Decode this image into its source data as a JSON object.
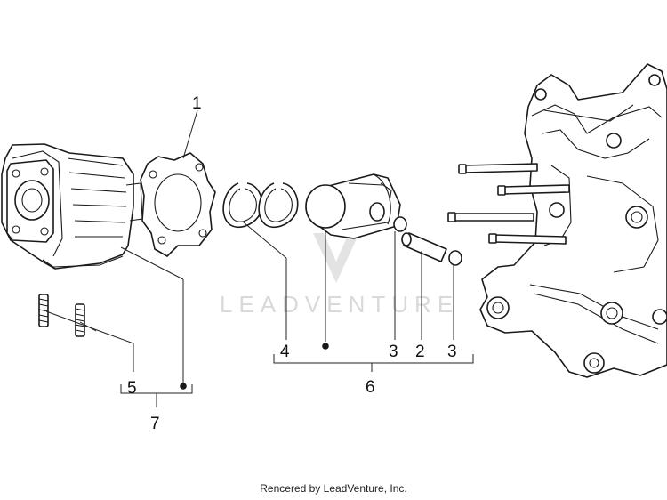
{
  "callouts": {
    "c1": "1",
    "c2": "2",
    "c3a": "3",
    "c3b": "3",
    "c4": "4",
    "c5": "5",
    "c6": "6",
    "c7": "7"
  },
  "watermark": "LEADVENTURE",
  "footer": "Rencered by LeadVenture, Inc.",
  "colors": {
    "line": "#1a1a1a",
    "watermark": "#d9d9d9",
    "background": "#ffffff"
  }
}
